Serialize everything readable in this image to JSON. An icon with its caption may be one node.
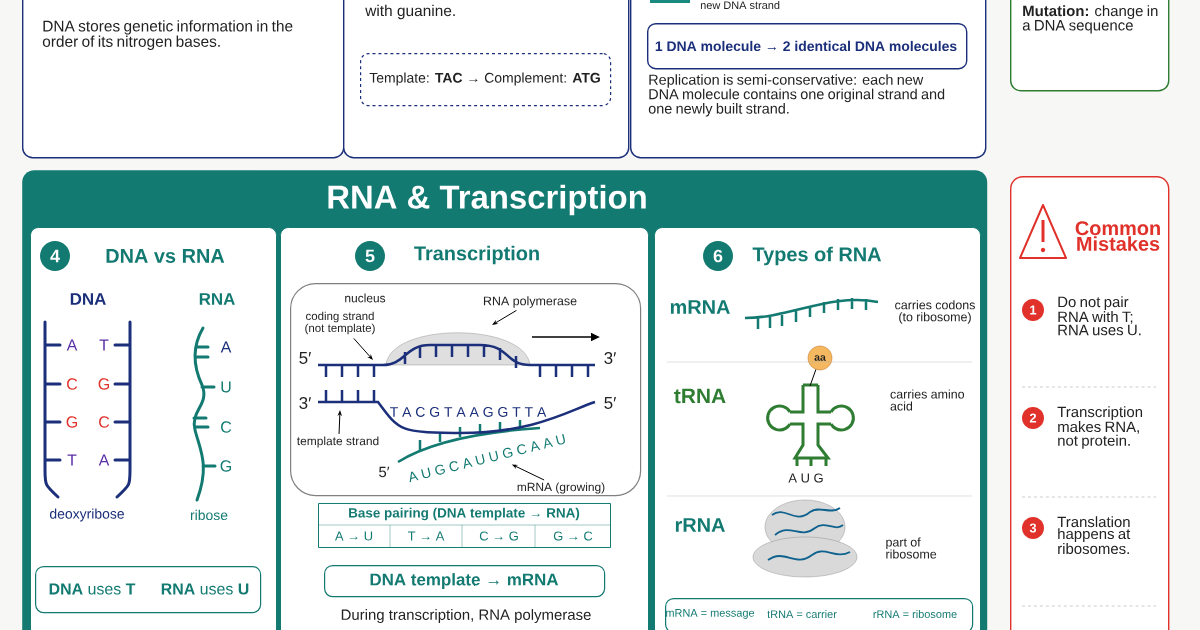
{
  "diagram": {
    "nodes": [
      {
        "text": [
          "DNA stores genetic information in the order of its nitrogen bases."
        ]
      },
      {
        "text": [
          "with guanine."
        ]
      },
      {
        "text": [
          "Template: **TAC** → Complement: **ATG**"
        ],
        "in": 1
      },
      {
        "text": [
          "Replication is semi-conservative: each new DNA molecule contains one original strand and one newly built strand."
        ]
      },
      {
        "text": [
          "1 DNA molecule → 2 identical DNA molecules"
        ],
        "in": 3
      },
      {
        "text": [
          "**Mutation:** change in a DNA sequence"
        ]
      },
      {
        "text": [
          "RNA & Transcription"
        ]
      },
      {
        "text": [
          "DNA vs RNA"
        ],
        "in": 6
      },
      {
        "text": [
          "4"
        ],
        "in": 7
      },
      {
        "text": [
          "**DNA** uses **T**",
          "**RNA** uses **U**"
        ],
        "in": 7
      },
      {
        "text": [
          "Transcription",
          "During transcription, RNA polymerase"
        ],
        "in": 6
      },
      {
        "text": [
          "5"
        ],
        "in": 10
      },
      {
        "text": [
          "nucleus"
        ],
        "in": 10
      },
      {
        "text": [
          "coding strand (not template)"
        ],
        "in": 12
      },
      {
        "text": [
          "RNA polymerase"
        ],
        "in": 12
      },
      {
        "text": [
          "template strand"
        ],
        "in": 12
      },
      {
        "text": [
          "mRNA (growing)"
        ],
        "in": 12
      },
      {
        "text": [
          "Base pairing (DNA template → RNA)",
          "A → U",
          "T → A",
          "C → G",
          "G → C"
        ],
        "in": 10
      },
      {
        "text": [
          "DNA template → mRNA"
        ],
        "in": 10
      },
      {
        "text": [
          "Types of RNA"
        ],
        "in": 6
      },
      {
        "text": [
          "6"
        ],
        "in": 19
      },
      {
        "text": [
          "aa"
        ],
        "in": 19
      },
      {
        "text": [
          "mRNA = message",
          "tRNA = carrier",
          "rRNA = ribosome"
        ],
        "in": 19
      },
      {
        "text": [
          "Common Mistakes",
          "Do not pair RNA with T; RNA uses U.",
          "Transcription makes RNA, not protein.",
          "Translation happens at ribosomes."
        ]
      },
      {
        "text": [
          "1"
        ],
        "in": 23
      },
      {
        "text": [
          "2"
        ],
        "in": 23
      },
      {
        "text": [
          "3"
        ],
        "in": 23
      },
      {
        "text": [],
        "shape": "picture",
        "in": 12
      },
      {
        "text": [],
        "shape": "picture",
        "in": 12
      }
    ],
    "edges": [
      {
        "from": 13,
        "to": null,
        "arrow": "to"
      },
      {
        "from": 14,
        "to": 27,
        "arrow": "to"
      },
      {
        "from": 15,
        "to": null,
        "arrow": "to"
      },
      {
        "from": 16,
        "to": 28,
        "arrow": "to"
      },
      {
        "from": 21,
        "to": null,
        "arrow": "none"
      }
    ],
    "labels": [
      "DNA",
      "RNA",
      "A",
      "T",
      "C",
      "G",
      "G",
      "C",
      "T",
      "A",
      "A",
      "U",
      "C",
      "G",
      "deoxyribose",
      "ribose",
      "5′",
      "3′",
      "3′",
      "5′",
      "T A C G T A A G G T T A",
      "5′",
      "A U G C A U U G C A A U",
      "mRNA",
      "carries codons (to ribosome)",
      "tRNA",
      "carries amino acid",
      "A U G",
      "rRNA",
      "part of ribosome"
    ],
    "legend": [
      {
        "text": "new DNA strand",
        "color": "#1a8a80"
      }
    ]
  }
}
